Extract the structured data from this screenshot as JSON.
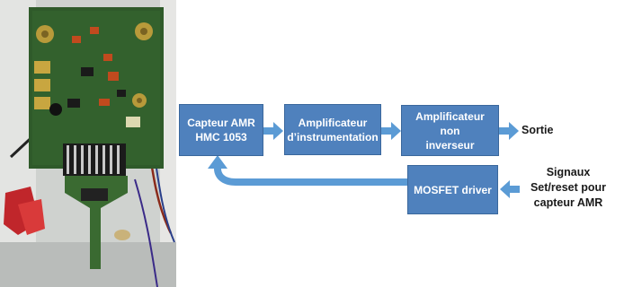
{
  "photo": {
    "description_icon": "pcb-board-photo"
  },
  "blocks": {
    "sensor": "Capteur AMR\nHMC 1053",
    "instr_amp": "Amplificateur\nd’instrumentation",
    "noninv_amp": "Amplificateur non\ninverseur",
    "mosfet": "MOSFET driver"
  },
  "labels": {
    "output": "Sortie",
    "signals": "Signaux\nSet/reset pour\ncapteur AMR"
  },
  "colors": {
    "block_fill": "#4f81bd",
    "arrow_fill": "#5b9bd5",
    "pcb_green": "#2f5a2a"
  }
}
